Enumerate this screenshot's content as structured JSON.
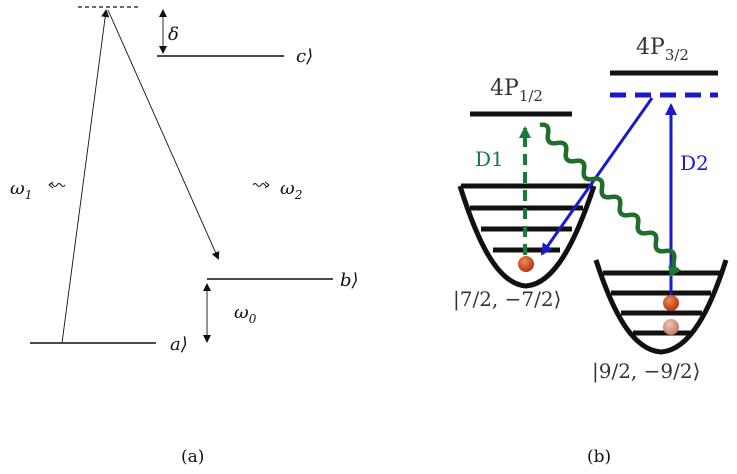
{
  "panel_a": {
    "levels": {
      "c": "c⟩",
      "b": "b⟩",
      "a": "a⟩"
    },
    "detuning": "δ",
    "omega1": "ω",
    "omega1_sub": "1",
    "omega2": "ω",
    "omega2_sub": "2",
    "omega0": "ω",
    "omega0_sub": "0",
    "caption": "(a)"
  },
  "panel_b": {
    "state_p12": {
      "main": "4P",
      "sub": "1/2"
    },
    "state_p32": {
      "main": "4P",
      "sub": "3/2"
    },
    "d1": "D1",
    "d2": "D2",
    "ket_left": "|7/2, −7/2⟩",
    "ket_right": "|9/2, −9/2⟩",
    "caption": "(b)",
    "colors": {
      "d1_dashed": "#1a7a3a",
      "d2_blue": "#1a1acc",
      "wavy_green": "#1f6e2a",
      "atom_dark": "#c0461f",
      "atom_light": "#d98a77"
    }
  }
}
